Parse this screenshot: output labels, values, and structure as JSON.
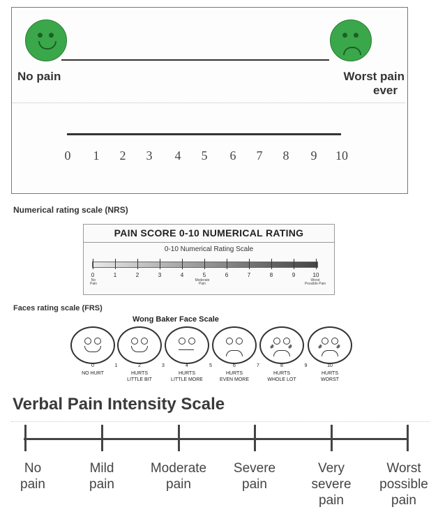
{
  "vas": {
    "no_pain": "No pain",
    "worst_pain": [
      "Worst pain",
      "ever"
    ],
    "scale": [
      "0",
      "1",
      "2",
      "3",
      "4",
      "5",
      "6",
      "7",
      "8",
      "9",
      "10"
    ]
  },
  "nrs": {
    "caption": "Numerical rating scale (NRS)",
    "header": "PAIN SCORE 0-10 NUMERICAL RATING",
    "subtitle": "0-10 Numerical Rating Scale",
    "numbers": [
      "0",
      "1",
      "2",
      "3",
      "4",
      "5",
      "6",
      "7",
      "8",
      "9",
      "10"
    ],
    "anchor_left": "No\nPain",
    "anchor_mid": "Moderate\nPain",
    "anchor_right": "Worst\nPossible Pain"
  },
  "frs": {
    "caption": "Faces rating scale (FRS)",
    "title": "Wong Baker Face Scale",
    "faces": [
      {
        "num": "0",
        "label": "NO HURT"
      },
      {
        "num": "2",
        "label": "HURTS\nLITTLE BIT"
      },
      {
        "num": "4",
        "label": "HURTS\nLITTLE MORE"
      },
      {
        "num": "6",
        "label": "HURTS\nEVEN MORE"
      },
      {
        "num": "8",
        "label": "HURTS\nWHOLE LOT"
      },
      {
        "num": "10",
        "label": "HURTS\nWORST"
      }
    ],
    "between": [
      "1",
      "3",
      "5",
      "7",
      "9"
    ]
  },
  "vpis": {
    "title": "Verbal Pain Intensity Scale",
    "labels": [
      "No\npain",
      "Mild\npain",
      "Moderate\npain",
      "Severe\npain",
      "Very\nsevere\npain",
      "Worst\npossible\npain"
    ]
  }
}
